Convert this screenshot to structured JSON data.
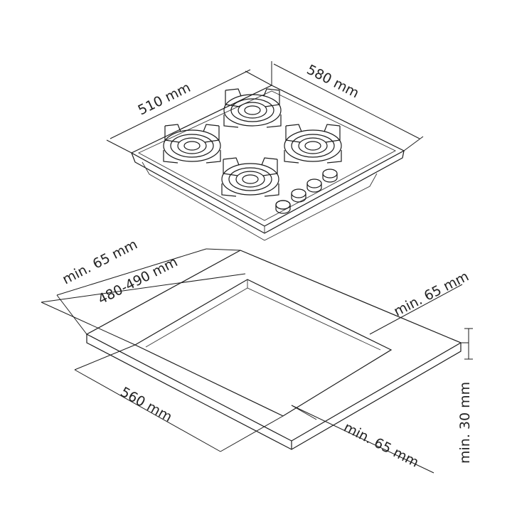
{
  "hob": {
    "depth_label": "510 mm",
    "width_label": "580 mm",
    "burner_count": 4,
    "knob_count": 4
  },
  "cutout": {
    "rear_margin_label": "min. 65 mm",
    "depth_label": "480-490 mm",
    "side_margin_label": "min. 65 mm",
    "width_label": "560 mm",
    "front_margin_label": "min. 65 mm",
    "worktop_thickness_label": "min. 30 mm"
  },
  "colors": {
    "line": "#1a1a1a",
    "background": "#ffffff"
  }
}
